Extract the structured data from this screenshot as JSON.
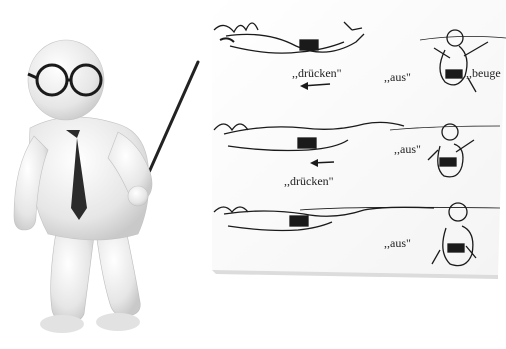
{
  "labels": {
    "row1_left": ",,drücken\"",
    "row1_mid": ",,aus\"",
    "row1_right": ",,beuge",
    "row2_mid": ",,aus\"",
    "row2_left": ",,drücken\"",
    "row3_mid": ",,aus\""
  },
  "colors": {
    "background": "#ffffff",
    "figure_body": "#ececec",
    "tie": "#2b2b2b",
    "ink": "#1a1a1a"
  },
  "icons": {
    "presenter": "presenter-figure-with-pointer",
    "diagram": "swimming-stroke-illustration"
  }
}
